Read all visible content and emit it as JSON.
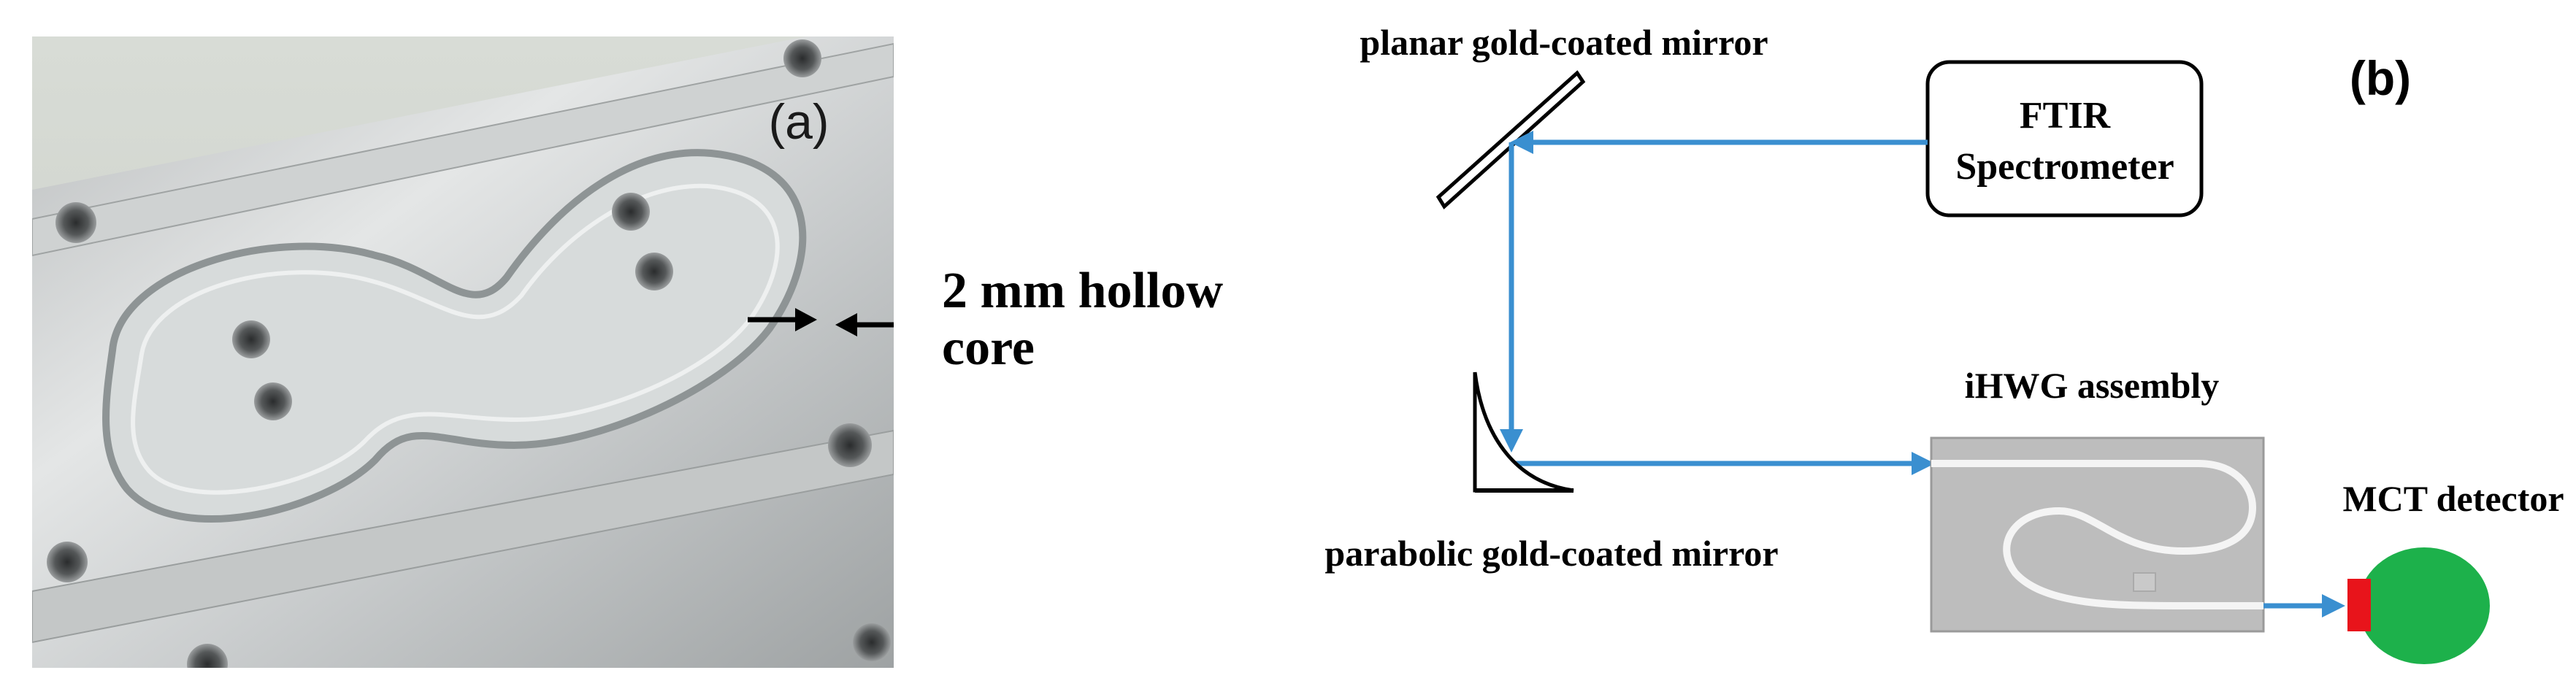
{
  "panel_a": {
    "label": "(a)",
    "annotation_line1": "2 mm hollow",
    "annotation_line2": "core"
  },
  "panel_b": {
    "label": "(b)",
    "planar_mirror": "planar gold-coated mirror",
    "ftir_line1": "FTIR",
    "ftir_line2": "Spectrometer",
    "parabolic_mirror": "parabolic gold-coated mirror",
    "ihwg": "iHWG assembly",
    "mct": "MCT detector"
  },
  "colors": {
    "beam": "#3a8fd0",
    "detector_body": "#1db14b",
    "detector_window": "#e8141b",
    "waveguide_plate": "#bdbdbd"
  }
}
